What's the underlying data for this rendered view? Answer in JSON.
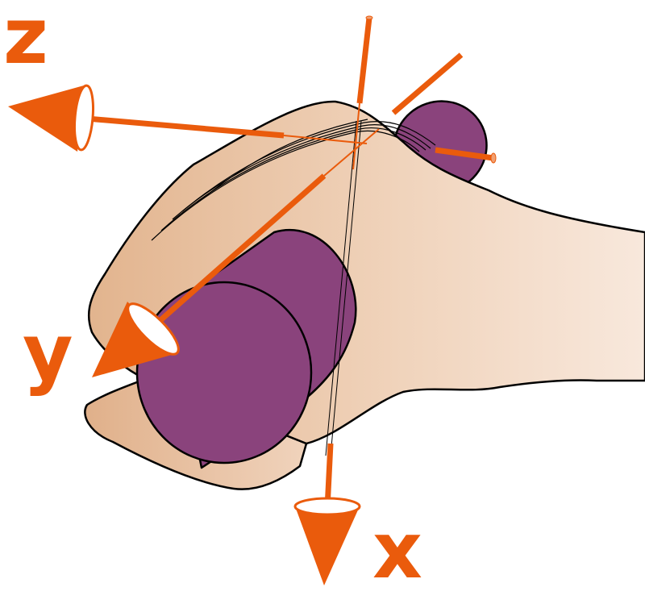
{
  "axes": {
    "z": {
      "label": "z"
    },
    "y": {
      "label": "y"
    },
    "x": {
      "label": "x"
    }
  },
  "colors": {
    "axis": "#ea5b0c",
    "cylinder": "#8a437c",
    "skin_dark": "#e2b48e",
    "skin_light": "#f8e8dc",
    "outline": "#000000"
  },
  "icons": [
    "hand-illustration",
    "cylinder-grip",
    "axis-arrow-cone"
  ]
}
